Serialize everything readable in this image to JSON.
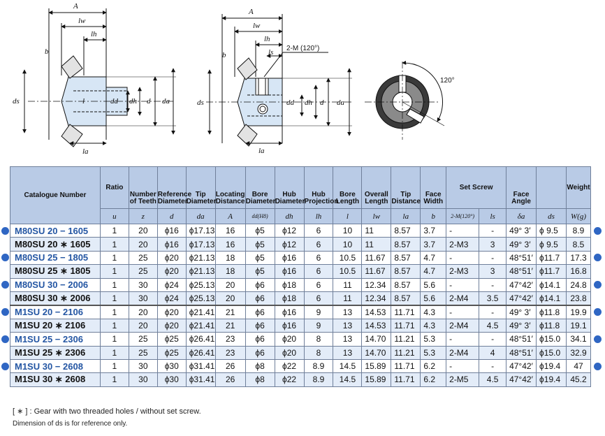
{
  "drawings": {
    "left_labels": [
      "A",
      "lw",
      "lh",
      "b",
      "ds",
      "l",
      "dd",
      "dh",
      "d",
      "da",
      "la"
    ],
    "center_labels": [
      "A",
      "lw",
      "lh",
      "ls",
      "b",
      "ds",
      "dd",
      "dh",
      "d",
      "da",
      "la"
    ],
    "set_screw_label": "2-M (120°)",
    "angle_label": "120°"
  },
  "table": {
    "headers": [
      {
        "name": "Catalogue Number",
        "symbol": ""
      },
      {
        "name": "Ratio",
        "symbol": "u"
      },
      {
        "name": "Number of Teeth",
        "symbol": "z"
      },
      {
        "name": "Reference Diameter",
        "symbol": "d"
      },
      {
        "name": "Tip Diameter",
        "symbol": "da"
      },
      {
        "name": "Locating Distance",
        "symbol": "A"
      },
      {
        "name": "Bore Diameter",
        "symbol": "dd(H8)"
      },
      {
        "name": "Hub Diameter",
        "symbol": "dh"
      },
      {
        "name": "Hub Projection",
        "symbol": "lh"
      },
      {
        "name": "Bore Length",
        "symbol": "l"
      },
      {
        "name": "Overall Length",
        "symbol": "lw"
      },
      {
        "name": "Tip Distance",
        "symbol": "la"
      },
      {
        "name": "Face Width",
        "symbol": "b"
      },
      {
        "name": "Set Screw",
        "symbol": ""
      },
      {
        "name": "Face Angle",
        "symbol": "δa"
      },
      {
        "name": "",
        "symbol": "ds"
      },
      {
        "name": "Weight",
        "symbol": "W(g)"
      }
    ],
    "set_screw_sub": [
      "2-M(120°)",
      "ls"
    ],
    "rows": [
      {
        "cat": "M80SU 20 − 1605",
        "blue": true,
        "dot": true,
        "u": "1",
        "z": "20",
        "d": "ϕ16",
        "da": "ϕ17.13",
        "A": "16",
        "dd": "ϕ5",
        "dh": "ϕ12",
        "lh": "6",
        "l": "10",
        "lw": "11",
        "la": "8.57",
        "b": "3.7",
        "m": "-",
        "ls": "-",
        "fa": "49° 3′",
        "ds": "ϕ 9.5",
        "w": "8.9"
      },
      {
        "cat": "M80SU 20 ∗ 1605",
        "blue": false,
        "dot": false,
        "u": "1",
        "z": "20",
        "d": "ϕ16",
        "da": "ϕ17.13",
        "A": "16",
        "dd": "ϕ5",
        "dh": "ϕ12",
        "lh": "6",
        "l": "10",
        "lw": "11",
        "la": "8.57",
        "b": "3.7",
        "m": "2-M3",
        "ls": "3",
        "fa": "49° 3′",
        "ds": "ϕ 9.5",
        "w": "8.5"
      },
      {
        "cat": "M80SU 25 − 1805",
        "blue": true,
        "dot": true,
        "u": "1",
        "z": "25",
        "d": "ϕ20",
        "da": "ϕ21.13",
        "A": "18",
        "dd": "ϕ5",
        "dh": "ϕ16",
        "lh": "6",
        "l": "10.5",
        "lw": "11.67",
        "la": "8.57",
        "b": "4.7",
        "m": "-",
        "ls": "-",
        "fa": "48°51′",
        "ds": "ϕ11.7",
        "w": "17.3"
      },
      {
        "cat": "M80SU 25 ∗ 1805",
        "blue": false,
        "dot": false,
        "u": "1",
        "z": "25",
        "d": "ϕ20",
        "da": "ϕ21.13",
        "A": "18",
        "dd": "ϕ5",
        "dh": "ϕ16",
        "lh": "6",
        "l": "10.5",
        "lw": "11.67",
        "la": "8.57",
        "b": "4.7",
        "m": "2-M3",
        "ls": "3",
        "fa": "48°51′",
        "ds": "ϕ11.7",
        "w": "16.8"
      },
      {
        "cat": "M80SU 30 − 2006",
        "blue": true,
        "dot": true,
        "u": "1",
        "z": "30",
        "d": "ϕ24",
        "da": "ϕ25.13",
        "A": "20",
        "dd": "ϕ6",
        "dh": "ϕ18",
        "lh": "6",
        "l": "11",
        "lw": "12.34",
        "la": "8.57",
        "b": "5.6",
        "m": "-",
        "ls": "-",
        "fa": "47°42′",
        "ds": "ϕ14.1",
        "w": "24.8"
      },
      {
        "cat": "M80SU 30 ∗ 2006",
        "blue": false,
        "dot": false,
        "u": "1",
        "z": "30",
        "d": "ϕ24",
        "da": "ϕ25.13",
        "A": "20",
        "dd": "ϕ6",
        "dh": "ϕ18",
        "lh": "6",
        "l": "11",
        "lw": "12.34",
        "la": "8.57",
        "b": "5.6",
        "m": "2-M4",
        "ls": "3.5",
        "fa": "47°42′",
        "ds": "ϕ14.1",
        "w": "23.8"
      },
      {
        "cat": "M1SU 20 − 2106",
        "blue": true,
        "dot": true,
        "u": "1",
        "z": "20",
        "d": "ϕ20",
        "da": "ϕ21.41",
        "A": "21",
        "dd": "ϕ6",
        "dh": "ϕ16",
        "lh": "9",
        "l": "13",
        "lw": "14.53",
        "la": "11.71",
        "b": "4.3",
        "m": "-",
        "ls": "-",
        "fa": "49° 3′",
        "ds": "ϕ11.8",
        "w": "19.9"
      },
      {
        "cat": "M1SU 20 ∗ 2106",
        "blue": false,
        "dot": false,
        "u": "1",
        "z": "20",
        "d": "ϕ20",
        "da": "ϕ21.41",
        "A": "21",
        "dd": "ϕ6",
        "dh": "ϕ16",
        "lh": "9",
        "l": "13",
        "lw": "14.53",
        "la": "11.71",
        "b": "4.3",
        "m": "2-M4",
        "ls": "4.5",
        "fa": "49° 3′",
        "ds": "ϕ11.8",
        "w": "19.1"
      },
      {
        "cat": "M1SU 25 − 2306",
        "blue": true,
        "dot": true,
        "u": "1",
        "z": "25",
        "d": "ϕ25",
        "da": "ϕ26.41",
        "A": "23",
        "dd": "ϕ6",
        "dh": "ϕ20",
        "lh": "8",
        "l": "13",
        "lw": "14.70",
        "la": "11.21",
        "b": "5.3",
        "m": "-",
        "ls": "-",
        "fa": "48°51′",
        "ds": "ϕ15.0",
        "w": "34.1"
      },
      {
        "cat": "M1SU 25 ∗ 2306",
        "blue": false,
        "dot": false,
        "u": "1",
        "z": "25",
        "d": "ϕ25",
        "da": "ϕ26.41",
        "A": "23",
        "dd": "ϕ6",
        "dh": "ϕ20",
        "lh": "8",
        "l": "13",
        "lw": "14.70",
        "la": "11.21",
        "b": "5.3",
        "m": "2-M4",
        "ls": "4",
        "fa": "48°51′",
        "ds": "ϕ15.0",
        "w": "32.9"
      },
      {
        "cat": "M1SU 30 − 2608",
        "blue": true,
        "dot": true,
        "u": "1",
        "z": "30",
        "d": "ϕ30",
        "da": "ϕ31.41",
        "A": "26",
        "dd": "ϕ8",
        "dh": "ϕ22",
        "lh": "8.9",
        "l": "14.5",
        "lw": "15.89",
        "la": "11.71",
        "b": "6.2",
        "m": "-",
        "ls": "-",
        "fa": "47°42′",
        "ds": "ϕ19.4",
        "w": "47"
      },
      {
        "cat": "M1SU 30 ∗ 2608",
        "blue": false,
        "dot": false,
        "u": "1",
        "z": "30",
        "d": "ϕ30",
        "da": "ϕ31.41",
        "A": "26",
        "dd": "ϕ8",
        "dh": "ϕ22",
        "lh": "8.9",
        "l": "14.5",
        "lw": "15.89",
        "la": "11.71",
        "b": "6.2",
        "m": "2-M5",
        "ls": "4.5",
        "fa": "47°42′",
        "ds": "ϕ19.4",
        "w": "45.2"
      }
    ]
  },
  "notes": {
    "line1": "[ ∗ ] : Gear with two threaded holes / without set screw.",
    "line2": "Dimension of ds is for reference only."
  },
  "colors": {
    "header_bg": "#b9cbe6",
    "row_shade": "#e3ecf8",
    "catalogue_blue": "#2456a3",
    "dot_blue": "#2f66c3"
  }
}
